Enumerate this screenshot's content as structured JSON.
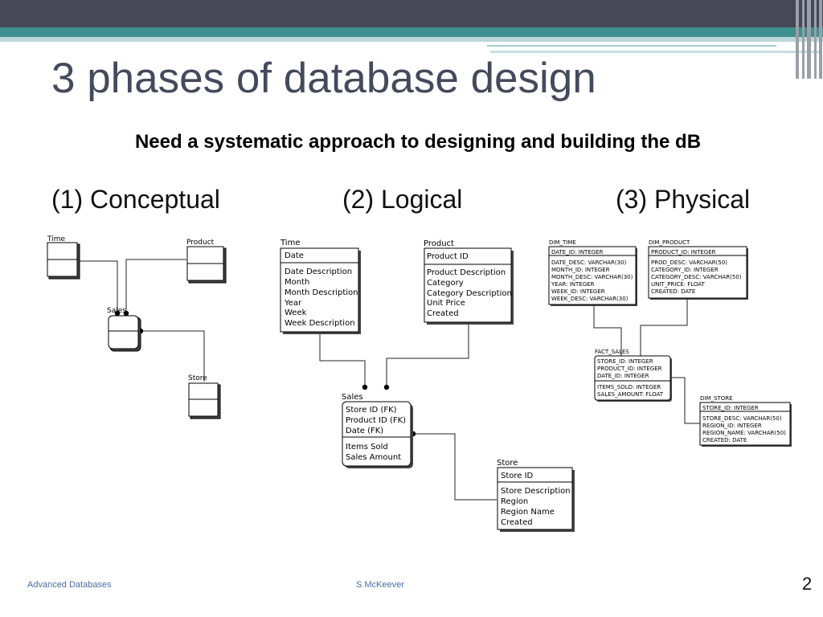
{
  "slide": {
    "title": "3 phases of database design",
    "subtitle": "Need a systematic approach to designing and building the dB",
    "phases": [
      "(1) Conceptual",
      "(2) Logical",
      "(3) Physical"
    ],
    "footer_left": "Advanced Databases",
    "footer_center": "S McKeever",
    "page_number": "2"
  },
  "conceptual": {
    "time": "Time",
    "product": "Product",
    "sales": "Sales",
    "store": "Store"
  },
  "logical": {
    "time": {
      "name": "Time",
      "key": "Date",
      "attrs": [
        "Date Description",
        "Month",
        "Month Description",
        "Year",
        "Week",
        "Week Description"
      ]
    },
    "product": {
      "name": "Product",
      "key": "Product ID",
      "attrs": [
        "Product Description",
        "Category",
        "Category Description",
        "Unit Price",
        "Created"
      ]
    },
    "sales": {
      "name": "Sales",
      "keys": [
        "Store ID (FK)",
        "Product ID (FK)",
        "Date (FK)"
      ],
      "attrs": [
        "Items Sold",
        "Sales Amount"
      ]
    },
    "store": {
      "name": "Store",
      "key": "Store ID",
      "attrs": [
        "Store Description",
        "Region",
        "Region Name",
        "Created"
      ]
    }
  },
  "physical": {
    "dim_time": {
      "name": "DIM_TIME",
      "key": "DATE_ID: INTEGER",
      "attrs": [
        "DATE_DESC: VARCHAR(30)",
        "MONTH_ID: INTEGER",
        "MONTH_DESC: VARCHAR(30)",
        "YEAR: INTEGER",
        "WEEK_ID: INTEGER",
        "WEEK_DESC: VARCHAR(30)"
      ]
    },
    "dim_product": {
      "name": "DIM_PRODUCT",
      "key": "PRODUCT_ID: INTEGER",
      "attrs": [
        "PROD_DESC: VARCHAR(50)",
        "CATEGORY_ID: INTEGER",
        "CATEGORY_DESC: VARCHAR(50)",
        "UNIT_PRICE: FLOAT",
        "CREATED: DATE"
      ]
    },
    "fact_sales": {
      "name": "FACT_SALES",
      "keys": [
        "STORE_ID: INTEGER",
        "PRODUCT_ID: INTEGER",
        "DATE_ID: INTEGER"
      ],
      "attrs": [
        "ITEMS_SOLD: INTEGER",
        "SALES_AMOUNT: FLOAT"
      ]
    },
    "dim_store": {
      "name": "DIM_STORE",
      "key": "STORE_ID: INTEGER",
      "attrs": [
        "STORE_DESC: VARCHAR(50)",
        "REGION_ID: INTEGER",
        "REGION_NAME: VARCHAR(50)",
        "CREATED: DATE"
      ]
    }
  },
  "colors": {
    "title": "#444a5c",
    "footer": "#4a6ea8",
    "topbar": "#464757",
    "teal": "#3e8f8d"
  }
}
